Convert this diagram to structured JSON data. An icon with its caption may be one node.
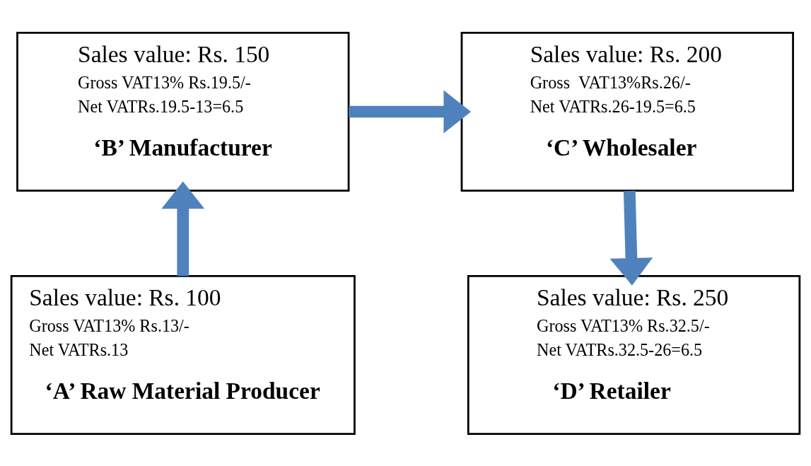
{
  "diagram": {
    "nodes": [
      {
        "text": [
          "Sales value: Rs. 150",
          "Gross VAT13% Rs.19.5/-",
          "Net VATRs.19.5-13=6.5",
          "‘B’ Manufacturer"
        ]
      },
      {
        "text": [
          "Sales value: Rs. 200",
          "Gross  VAT13%Rs.26/-",
          "Net VATRs.26-19.5=6.5",
          "‘C’ Wholesaler"
        ]
      },
      {
        "text": [
          "Sales value: Rs. 100",
          "Gross VAT13% Rs.13/-",
          "Net VATRs.13",
          "‘A’ Raw Material Producer"
        ]
      },
      {
        "text": [
          "Sales value: Rs. 250",
          "Gross VAT13% Rs.32.5/-",
          "Net VATRs.32.5-26=6.5",
          "‘D’ Retailer"
        ]
      }
    ],
    "edges": [
      {
        "from": 2,
        "to": 0,
        "arrow": "to"
      },
      {
        "from": 0,
        "to": 1,
        "arrow": "to"
      },
      {
        "from": 1,
        "to": 3,
        "arrow": "to"
      }
    ]
  }
}
